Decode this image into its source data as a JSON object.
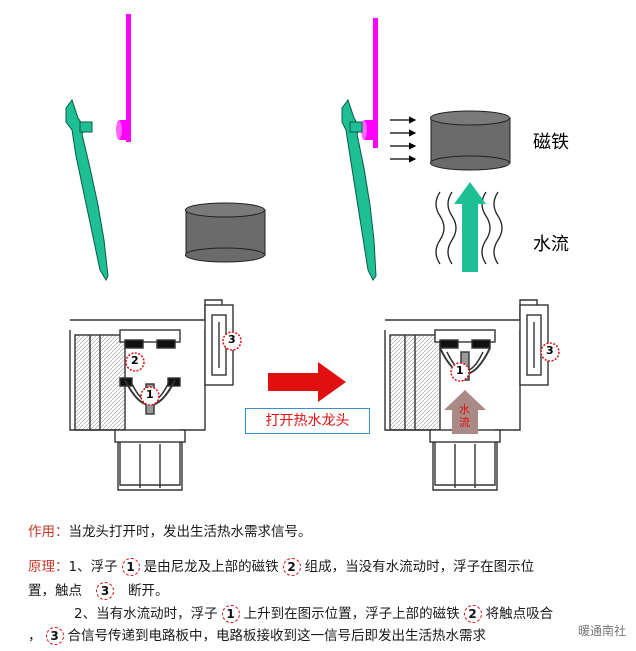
{
  "top": {
    "magnet_label": "磁铁",
    "water_label": "水流"
  },
  "middle": {
    "action_label": "打开热水龙头",
    "water_small_label": "水流",
    "badges": [
      "1",
      "2",
      "3"
    ]
  },
  "text": {
    "function_head": "作用：",
    "function_body": "当龙头打开时，发出生活热水需求信号。",
    "principle_head": "原理：",
    "line1_a": "1、浮子",
    "line1_b": "是由尼龙及上部的磁铁",
    "line1_c": "组成，当没有水流动时，浮子在图示位",
    "line2_a": "置，触点",
    "line2_b": "断开。",
    "line3_a": "2、当有水流动时，浮子",
    "line3_b": "上升到在图示位置，浮子上部的磁铁",
    "line3_c": "将触点吸合",
    "line4_a": "，",
    "line4_b": "合信号传递到电路板中，电路板接收到这一信号后即发出生活热水需求",
    "n1": "1",
    "n2": "2",
    "n3": "3"
  },
  "watermark": "暖通南社",
  "colors": {
    "magenta": "#ff00ff",
    "teal": "#1fbf95",
    "magnet_gray": "#6b6b6b",
    "red": "#e01010"
  }
}
